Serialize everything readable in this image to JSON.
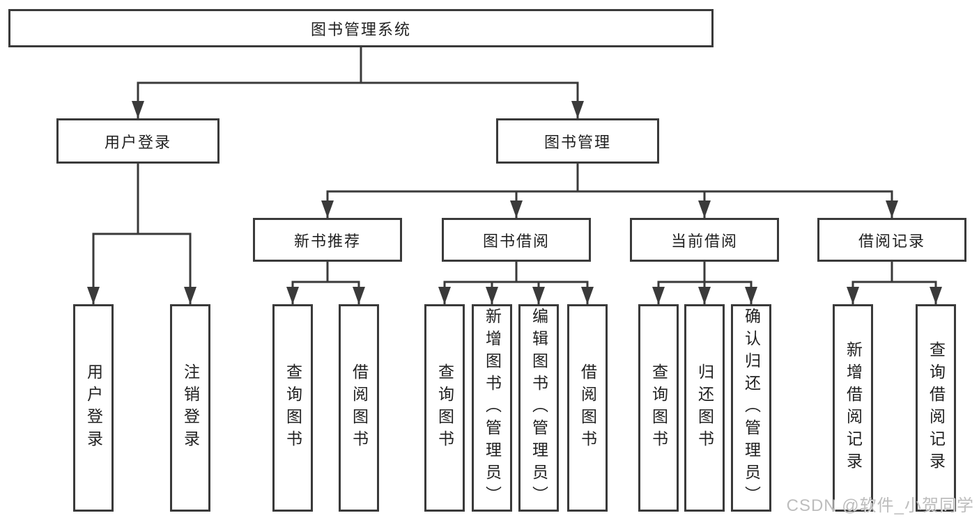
{
  "diagram_type": "hierarchy",
  "tree": {
    "label": "图书管理系统",
    "children": [
      {
        "label": "用户登录",
        "children": [
          {
            "label": "用户登录"
          },
          {
            "label": "注销登录"
          }
        ]
      },
      {
        "label": "图书管理",
        "children": [
          {
            "label": "新书推荐",
            "children": [
              {
                "label": "查询图书"
              },
              {
                "label": "借阅图书"
              }
            ]
          },
          {
            "label": "图书借阅",
            "children": [
              {
                "label": "查询图书"
              },
              {
                "label": "新增图书（管理员）"
              },
              {
                "label": "编辑图书（管理员）"
              },
              {
                "label": "借阅图书"
              }
            ]
          },
          {
            "label": "当前借阅",
            "children": [
              {
                "label": "查询图书"
              },
              {
                "label": "归还图书"
              },
              {
                "label": "确认归还（管理员）"
              }
            ]
          },
          {
            "label": "借阅记录",
            "children": [
              {
                "label": "新增借阅记录"
              },
              {
                "label": "查询借阅记录"
              }
            ]
          }
        ]
      }
    ]
  },
  "watermark": "CSDN @软件_小贺同学",
  "colors": {
    "line": "#3a3a3a",
    "box_border": "#3a3a3a",
    "text": "#212121",
    "watermark": "#b9b9b9",
    "background": "#ffffff"
  }
}
